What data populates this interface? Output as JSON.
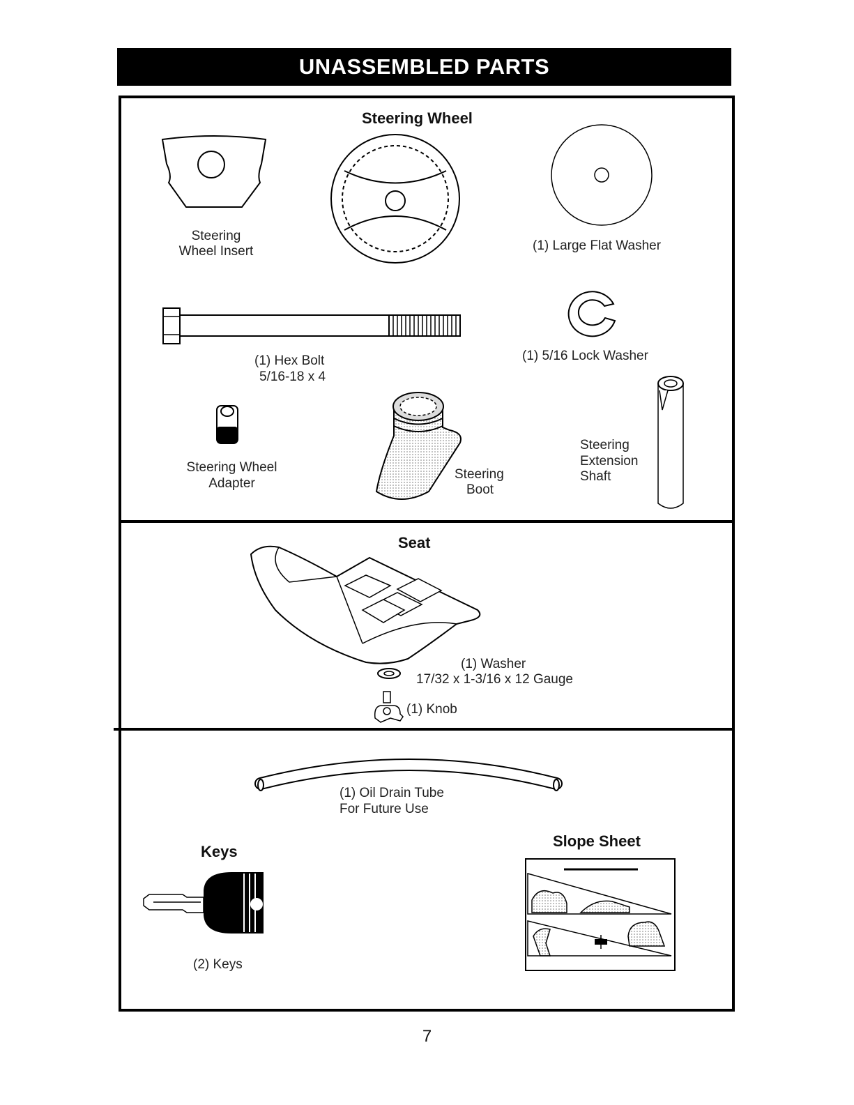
{
  "banner_title": "UNASSEMBLED PARTS",
  "sections": {
    "steering": {
      "heading": "Steering Wheel",
      "insert_label": [
        "Steering",
        "Wheel Insert"
      ],
      "large_washer_label": "(1) Large Flat Washer",
      "hex_bolt_label": [
        "(1) Hex Bolt",
        "5/16-18 x 4"
      ],
      "lock_washer_label": "(1) 5/16 Lock Washer",
      "adapter_label": [
        "Steering Wheel",
        "Adapter"
      ],
      "boot_label": [
        "Steering",
        "Boot"
      ],
      "shaft_label": [
        "Steering",
        "Extension",
        "Shaft"
      ]
    },
    "seat": {
      "heading": "Seat",
      "washer_label": [
        "(1) Washer",
        "17/32 x 1-3/16 x 12 Gauge"
      ],
      "knob_label": "(1) Knob"
    },
    "misc": {
      "tube_label": [
        "(1) Oil Drain Tube",
        "For Future Use"
      ],
      "keys_heading": "Keys",
      "keys_label": "(2) Keys",
      "slope_heading": "Slope Sheet"
    }
  },
  "page_number": "7",
  "icons": [
    "steering-wheel-insert-icon",
    "steering-wheel-icon",
    "large-flat-washer-icon",
    "hex-bolt-icon",
    "lock-washer-icon",
    "adapter-icon",
    "steering-boot-icon",
    "extension-shaft-icon",
    "seat-icon",
    "washer-icon",
    "knob-icon",
    "oil-drain-tube-icon",
    "key-icon",
    "slope-sheet-icon"
  ]
}
